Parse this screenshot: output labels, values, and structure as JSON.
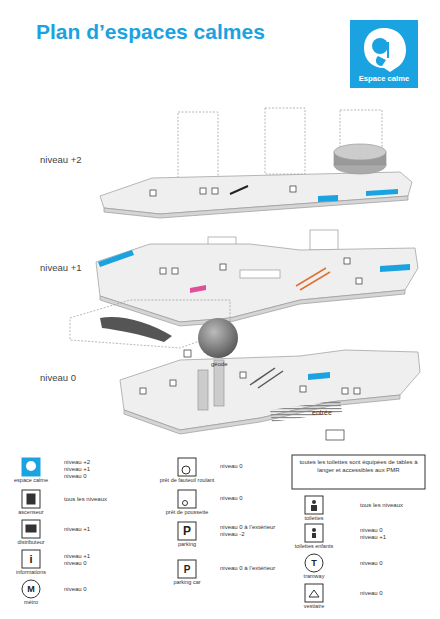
{
  "diagram": {
    "title": "Plan d’espaces calmes",
    "nodes": [
      {
        "text": [
          "Espace calme"
        ]
      },
      {
        "text": [
          "toutes les toilettes sont équipées de tables à langer et accessibles aux PMR"
        ]
      }
    ],
    "labels": [
      "niveau +2",
      "niveau +1",
      "niveau 0",
      "géode",
      "entrée",
      "niveau +2",
      "niveau +1",
      "niveau 0",
      "tous les niveaux",
      "niveau +1",
      "niveau +1",
      "niveau 0",
      "niveau 0",
      "niveau 0",
      "niveau 0",
      "niveau 0 à l’extérieur",
      "niveau -2",
      "niveau 0 à l’extérieur",
      "tous les niveaux",
      "niveau 0",
      "niveau +1",
      "niveau 0",
      "niveau 0",
      "i",
      "M",
      "P",
      "P",
      "T"
    ],
    "legend": [
      {
        "text": "espace calme"
      },
      {
        "text": "ascenseur"
      },
      {
        "text": "distributeur"
      },
      {
        "text": "informations"
      },
      {
        "text": "métro"
      },
      {
        "text": "prêt de fauteuil roulant"
      },
      {
        "text": "prêt de poussette"
      },
      {
        "text": "parking"
      },
      {
        "text": "parking car"
      },
      {
        "text": "toilettes"
      },
      {
        "text": "toilettes enfants"
      },
      {
        "text": "tramway"
      },
      {
        "text": "vestiaire"
      }
    ]
  }
}
